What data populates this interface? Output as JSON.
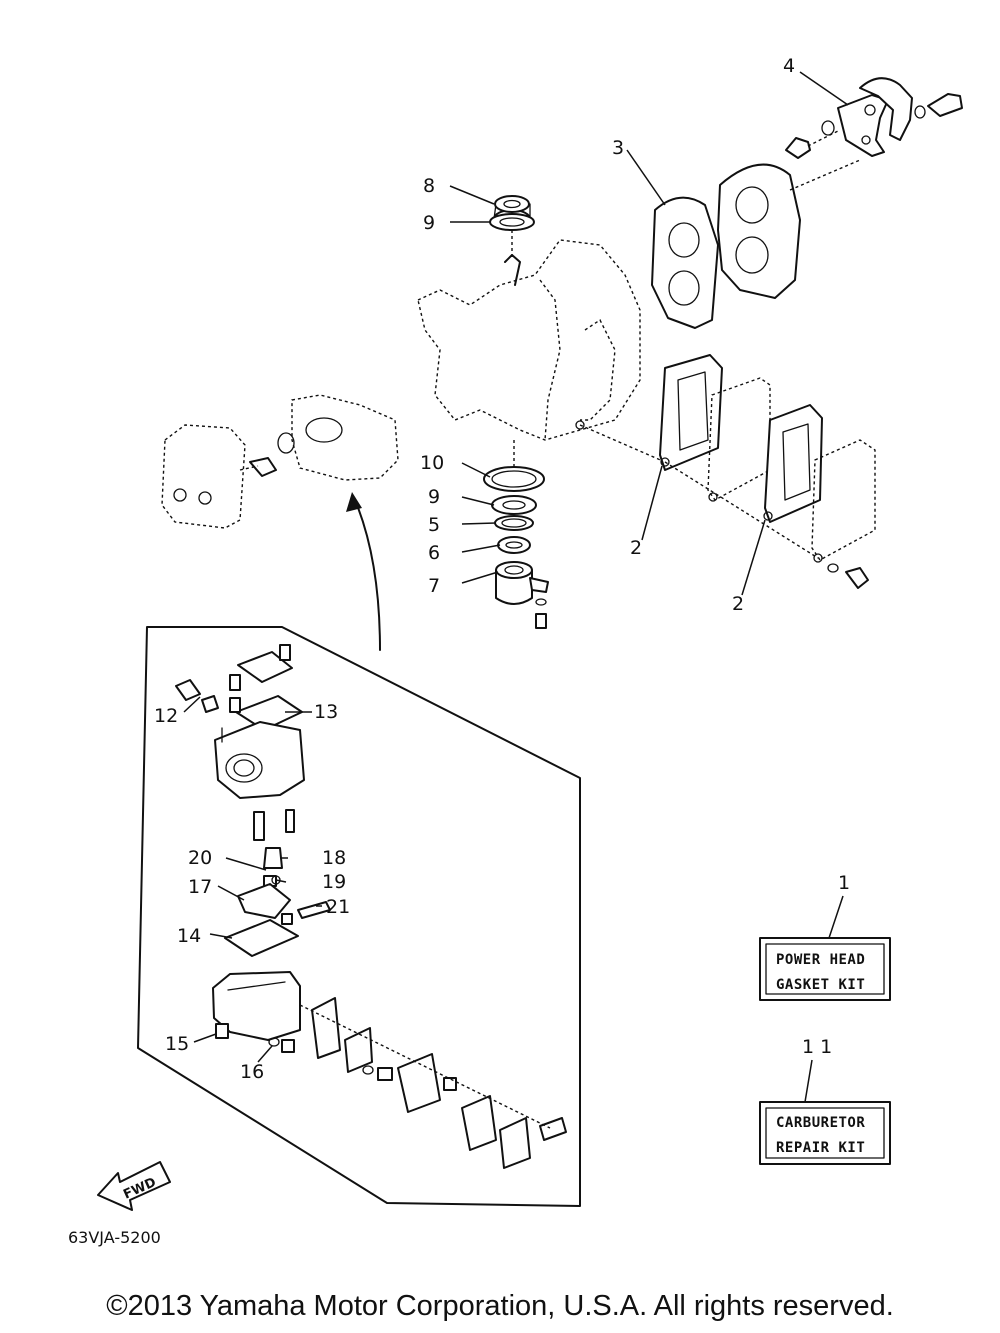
{
  "callouts": {
    "c1": "1",
    "c2a": "2",
    "c2b": "2",
    "c3": "3",
    "c4": "4",
    "c5": "5",
    "c6": "6",
    "c7": "7",
    "c8": "8",
    "c9a": "9",
    "c9b": "9",
    "c10": "10",
    "c11": "1 1",
    "c12": "12",
    "c13": "13",
    "c14": "14",
    "c15": "15",
    "c16": "16",
    "c17": "17",
    "c18": "18",
    "c19": "19",
    "c20": "20",
    "c21": "21"
  },
  "kits": {
    "power_head": {
      "line1": "POWER HEAD",
      "line2": "GASKET KIT"
    },
    "carburetor": {
      "line1": "CARBURETOR",
      "line2": "REPAIR KIT"
    }
  },
  "fwd_label": "FWD",
  "diagram_code": "63VJA-5200",
  "copyright": "©2013 Yamaha Motor Corporation, U.S.A. All rights reserved."
}
